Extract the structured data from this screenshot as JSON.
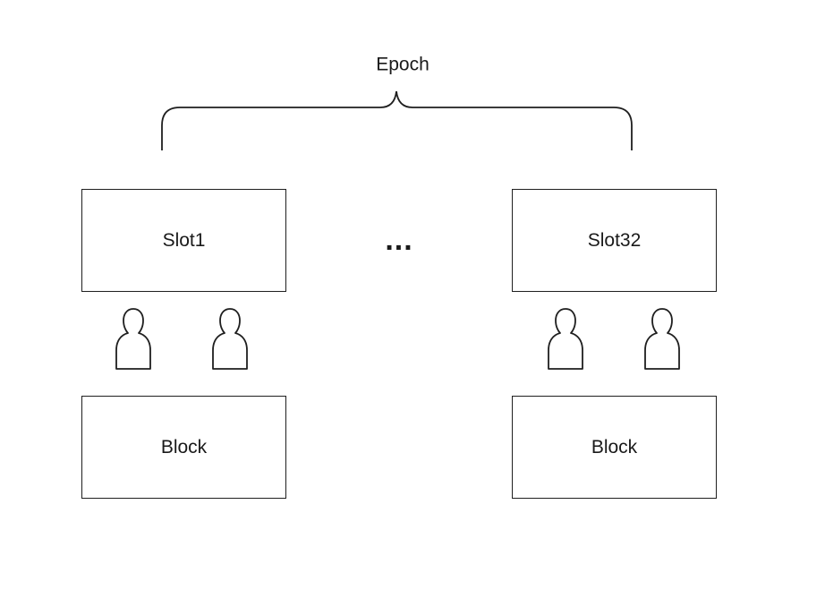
{
  "epoch": {
    "label": "Epoch"
  },
  "gap": {
    "label": "..."
  },
  "slots": [
    {
      "slot_label": "Slot1",
      "block_label": "Block",
      "validator_icons": [
        "person-icon",
        "person-icon"
      ]
    },
    {
      "slot_label": "Slot32",
      "block_label": "Block",
      "validator_icons": [
        "person-icon",
        "person-icon"
      ]
    }
  ],
  "colors": {
    "stroke": "#1f1f1f",
    "text": "#1a1a1a",
    "background": "#ffffff"
  }
}
